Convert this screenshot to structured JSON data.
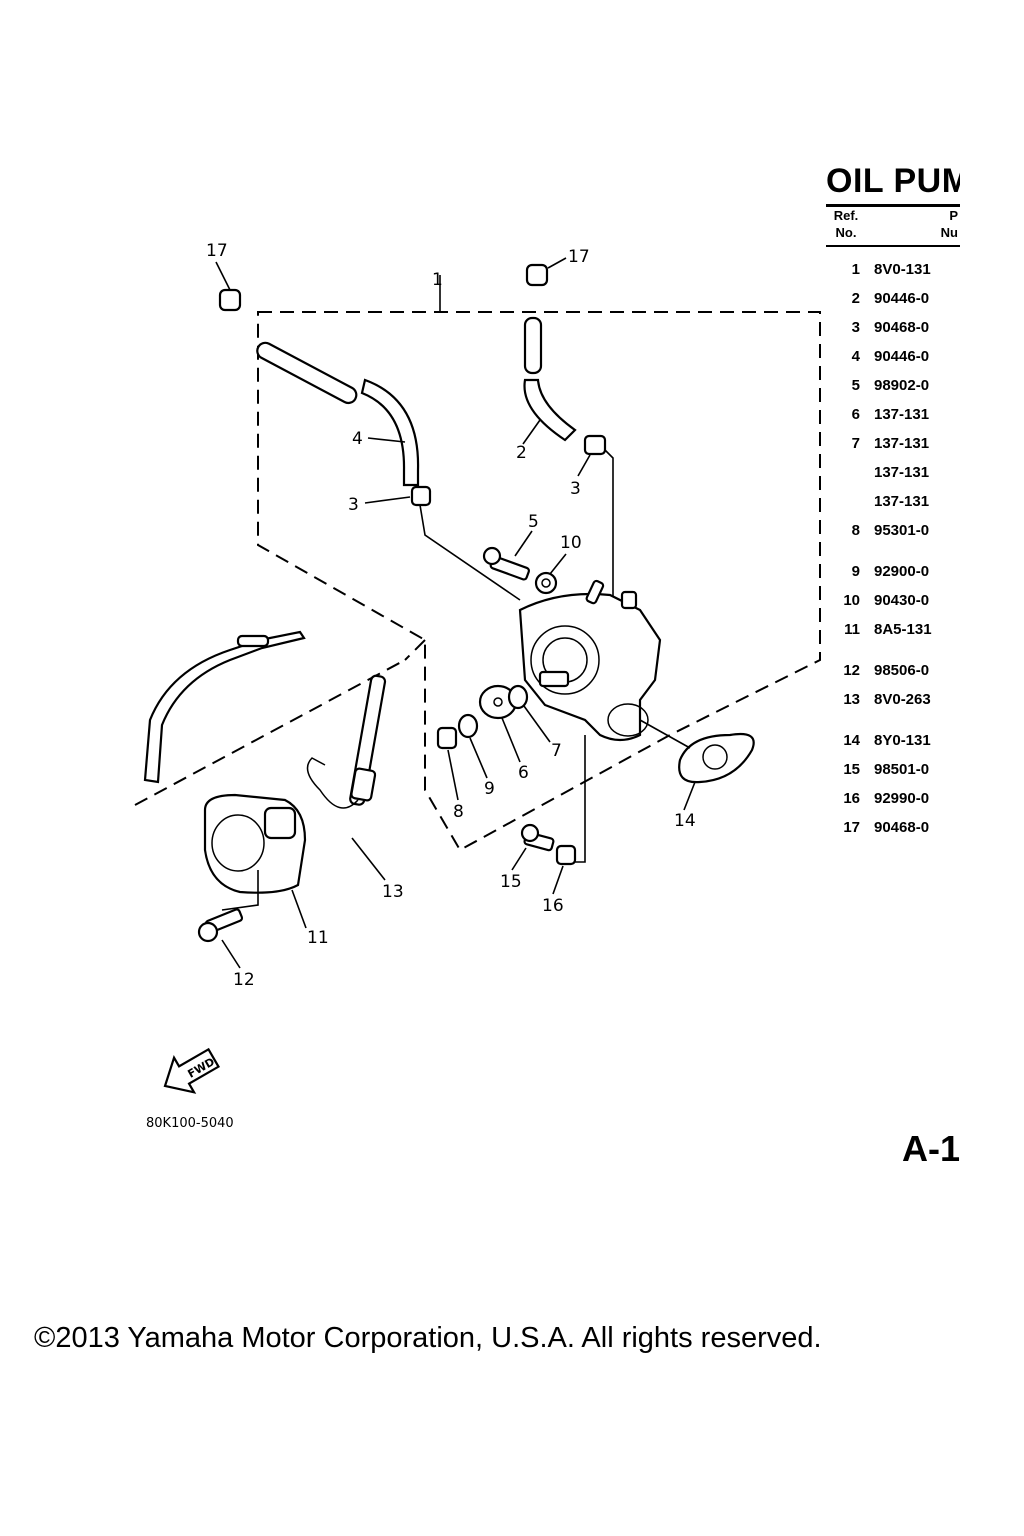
{
  "diagram": {
    "callouts": [
      "17",
      "1",
      "17",
      "4",
      "2",
      "3",
      "3",
      "5",
      "10",
      "6",
      "7",
      "8",
      "9",
      "14",
      "13",
      "11",
      "12",
      "15",
      "16"
    ],
    "drawing_code": "80K100-5040",
    "fwd_label": "FWD"
  },
  "parts_panel": {
    "title": "OIL PUM",
    "header": {
      "ref_line1": "Ref.",
      "ref_line2": "No.",
      "num_line1": "P",
      "num_line2": "Nu"
    },
    "rows": [
      {
        "ref": "1",
        "num": "8V0-131"
      },
      {
        "ref": "2",
        "num": "90446-0"
      },
      {
        "ref": "3",
        "num": "90468-0"
      },
      {
        "ref": "4",
        "num": "90446-0"
      },
      {
        "ref": "5",
        "num": "98902-0"
      },
      {
        "ref": "6",
        "num": "137-131"
      },
      {
        "ref": "7",
        "num": "137-131"
      },
      {
        "ref": "",
        "num": "137-131"
      },
      {
        "ref": "",
        "num": "137-131"
      },
      {
        "ref": "8",
        "num": "95301-0"
      },
      {
        "ref": "9",
        "num": "92900-0"
      },
      {
        "ref": "10",
        "num": "90430-0"
      },
      {
        "ref": "11",
        "num": "8A5-131"
      },
      {
        "ref": "12",
        "num": "98506-0"
      },
      {
        "ref": "13",
        "num": "8V0-263"
      },
      {
        "ref": "14",
        "num": "8Y0-131"
      },
      {
        "ref": "15",
        "num": "98501-0"
      },
      {
        "ref": "16",
        "num": "92990-0"
      },
      {
        "ref": "17",
        "num": "90468-0"
      }
    ]
  },
  "page_id": "A-1",
  "copyright": "©2013 Yamaha Motor Corporation, U.S.A. All rights reserved."
}
